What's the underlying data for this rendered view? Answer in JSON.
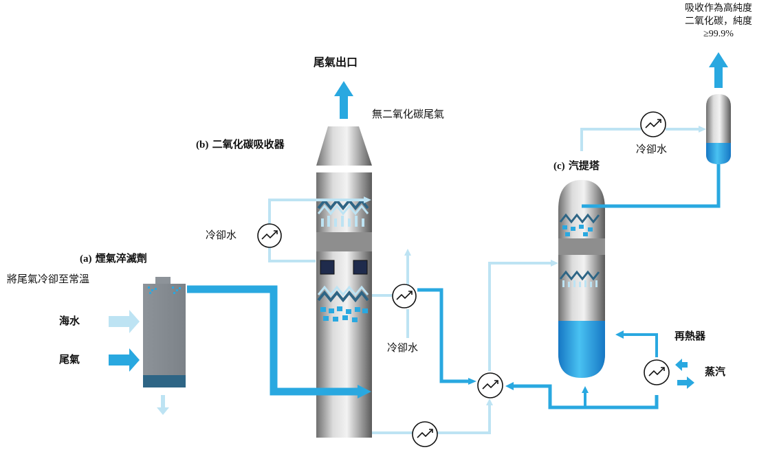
{
  "labels": {
    "exhaust_outlet": "尾氣出口",
    "co2_free_exhaust": "無二氧化碳尾氣",
    "absorber_prefix": "(b)",
    "absorber_name": "二氧化碳吸收器",
    "quencher_prefix": "(a)",
    "quencher_name": "煙氣淬滅劑",
    "quencher_desc": "將尾氣冷卻至常溫",
    "seawater": "海水",
    "flue_gas": "尾氣",
    "cooling_water_left": "冷卻水",
    "cooling_water_mid": "冷卻水",
    "cooling_water_top": "冷卻水",
    "stripper_prefix": "(c)",
    "stripper_name": "汽提塔",
    "reboiler": "再熱器",
    "steam": "蒸汽",
    "product_line1": "吸收作為高純度",
    "product_line2": "二氧化碳，純度",
    "product_line3": "≥99.9%"
  },
  "colors": {
    "arrow_blue": "#29a8e0",
    "light_blue": "#bde3f3",
    "dark_teal": "#2e6585",
    "tower_gray": "#9a9a9a",
    "liquid_blue": "#1d9ee0"
  },
  "icons": {
    "heat_exchanger": "heat-exchanger-icon",
    "arrow": "flow-arrow-icon"
  }
}
